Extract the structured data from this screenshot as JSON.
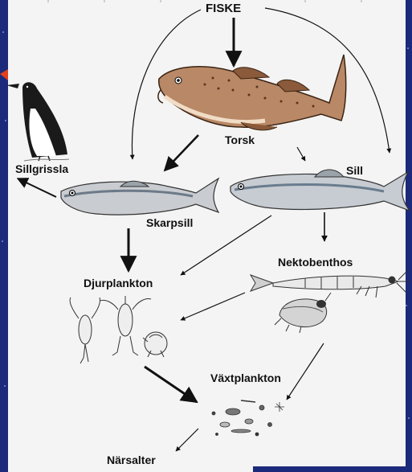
{
  "labels": {
    "fiske": "FISKE",
    "torsk": "Torsk",
    "sillgrissla": "Sillgrissla",
    "sill": "Sill",
    "skarpsill": "Skarpsill",
    "djurplankton": "Djurplankton",
    "nektobenthos": "Nektobenthos",
    "vaxtplankton": "Växtplankton",
    "narsalter": "Närsalter"
  },
  "icons": [
    "fish-torsk-icon",
    "fish-sill-icon",
    "fish-skarpsill-icon",
    "bird-sillgrissla-icon",
    "zooplankton-icon",
    "shrimp-icon",
    "amphipod-icon",
    "phytoplankton-icon"
  ],
  "colors": {
    "background": "#1b2a7a",
    "panel": "#f4f4f4",
    "arrow": "#111111",
    "accent": "#e0401e"
  }
}
